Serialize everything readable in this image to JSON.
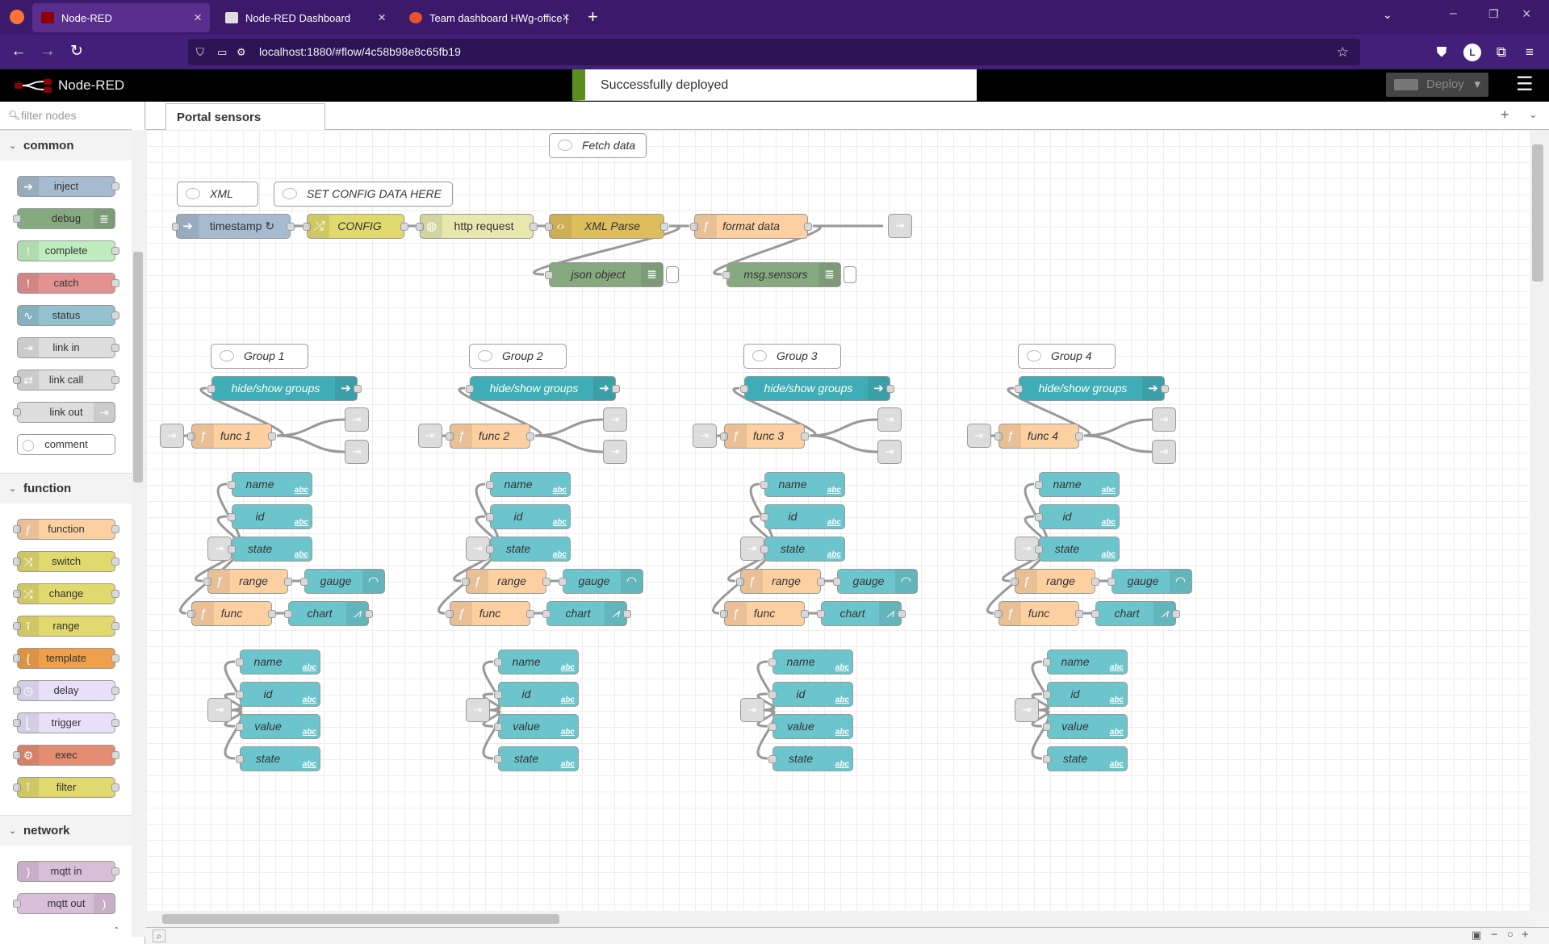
{
  "browser": {
    "tabs": [
      {
        "label": "Node-RED",
        "active": true
      },
      {
        "label": "Node-RED Dashboard",
        "active": false
      },
      {
        "label": "Team dashboard HWg-office | ",
        "active": false
      }
    ],
    "url": "localhost:1880/#flow/4c58b98e8c65fb19"
  },
  "app": {
    "title": "Node-RED",
    "toast": "Successfully deployed",
    "deploy_label": "Deploy"
  },
  "palette": {
    "filter_placeholder": "filter nodes",
    "categories": [
      {
        "name": "common",
        "nodes": [
          "inject",
          "debug",
          "complete",
          "catch",
          "status",
          "link in",
          "link call",
          "link out",
          "comment"
        ]
      },
      {
        "name": "function",
        "nodes": [
          "function",
          "switch",
          "change",
          "range",
          "template",
          "delay",
          "trigger",
          "exec",
          "filter"
        ]
      },
      {
        "name": "network",
        "nodes": [
          "mqtt in",
          "mqtt out"
        ]
      }
    ]
  },
  "workspace": {
    "flow_tab": "Portal sensors",
    "comments": {
      "fetch": "Fetch data",
      "xml": "XML",
      "config": "SET CONFIG DATA HERE"
    },
    "main_flow": {
      "timestamp": "timestamp ↻",
      "config": "CONFIG",
      "http": "http request",
      "xmlparse": "XML Parse",
      "format": "format data",
      "json": "json object",
      "sensors": "msg.sensors"
    },
    "groups": [
      {
        "title": "Group 1",
        "func": "func 1"
      },
      {
        "title": "Group 2",
        "func": "func 2"
      },
      {
        "title": "Group 3",
        "func": "func 3"
      },
      {
        "title": "Group 4",
        "func": "func 4"
      }
    ],
    "labels": {
      "hide_show": "hide/show groups",
      "name": "name",
      "id": "id",
      "state": "state",
      "range": "range",
      "gauge": "gauge",
      "func": "func",
      "chart": "chart",
      "value": "value",
      "abc": "abc"
    }
  }
}
